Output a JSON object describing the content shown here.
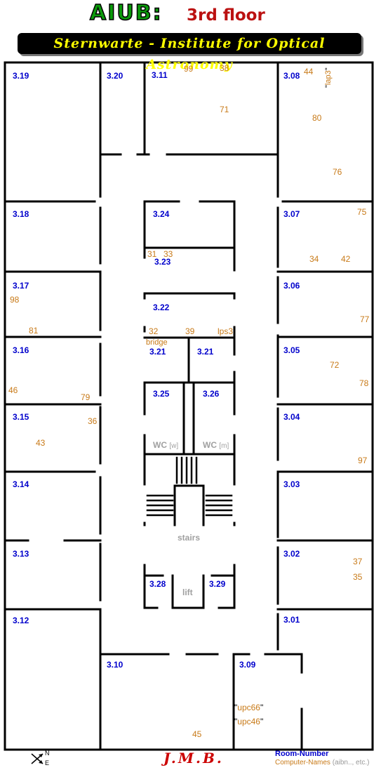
{
  "header": {
    "logo": "AIUB:",
    "floor": "3rd floor",
    "banner": "Sternwarte - Institute for Optical Astronomy"
  },
  "rooms": {
    "r319": "3.19",
    "r320": "3.20",
    "r311": "3.11",
    "r308": "3.08",
    "r318": "3.18",
    "r324": "3.24",
    "r307": "3.07",
    "r323": "3.23",
    "r317": "3.17",
    "r322": "3.22",
    "r306": "3.06",
    "r316": "3.16",
    "r321a": "3.21",
    "r321b": "3.21",
    "r305": "3.05",
    "r325": "3.25",
    "r326": "3.26",
    "r315": "3.15",
    "r304": "3.04",
    "r314": "3.14",
    "r303": "3.03",
    "r313": "3.13",
    "r302": "3.02",
    "r328": "3.28",
    "r329": "3.29",
    "r312": "3.12",
    "r301": "3.01",
    "r310": "3.10",
    "r309": "3.09"
  },
  "computers": {
    "c99": "99",
    "c38": "38",
    "c71": "71",
    "c44": "44",
    "c80": "80",
    "c76": "76",
    "c75": "75",
    "c34": "34",
    "c42": "42",
    "c31": "31",
    "c33": "33",
    "c98": "98",
    "c81": "81",
    "c77": "77",
    "c32": "32",
    "c39": "39",
    "lps3": "lps3",
    "c72": "72",
    "c78": "78",
    "c46": "46",
    "c79": "79",
    "c36": "36",
    "c43": "43",
    "c97": "97",
    "c37": "37",
    "c35": "35",
    "c45": "45",
    "lap3": "lap3",
    "upc66": "upc66",
    "upc46": "upc46"
  },
  "utilities": {
    "bridge": "bridge",
    "wc_w": "WC",
    "wc_w_tag": "[w]",
    "wc_m": "WC",
    "wc_m_tag": "[m]",
    "stairs": "stairs",
    "lift": "lift"
  },
  "footer": {
    "compass_n": "N",
    "compass_e": "E",
    "signature": "J.M.B.",
    "legend_room": "Room-Number",
    "legend_computer": "Computer-Names",
    "legend_computer_note": "(aibn.., etc.)"
  },
  "colors": {
    "room_number": "#0000cc",
    "computer_name": "#c87a18",
    "logo_green": "#0b9a0b",
    "floor_red": "#bb1111",
    "banner_text": "#ffff00"
  }
}
